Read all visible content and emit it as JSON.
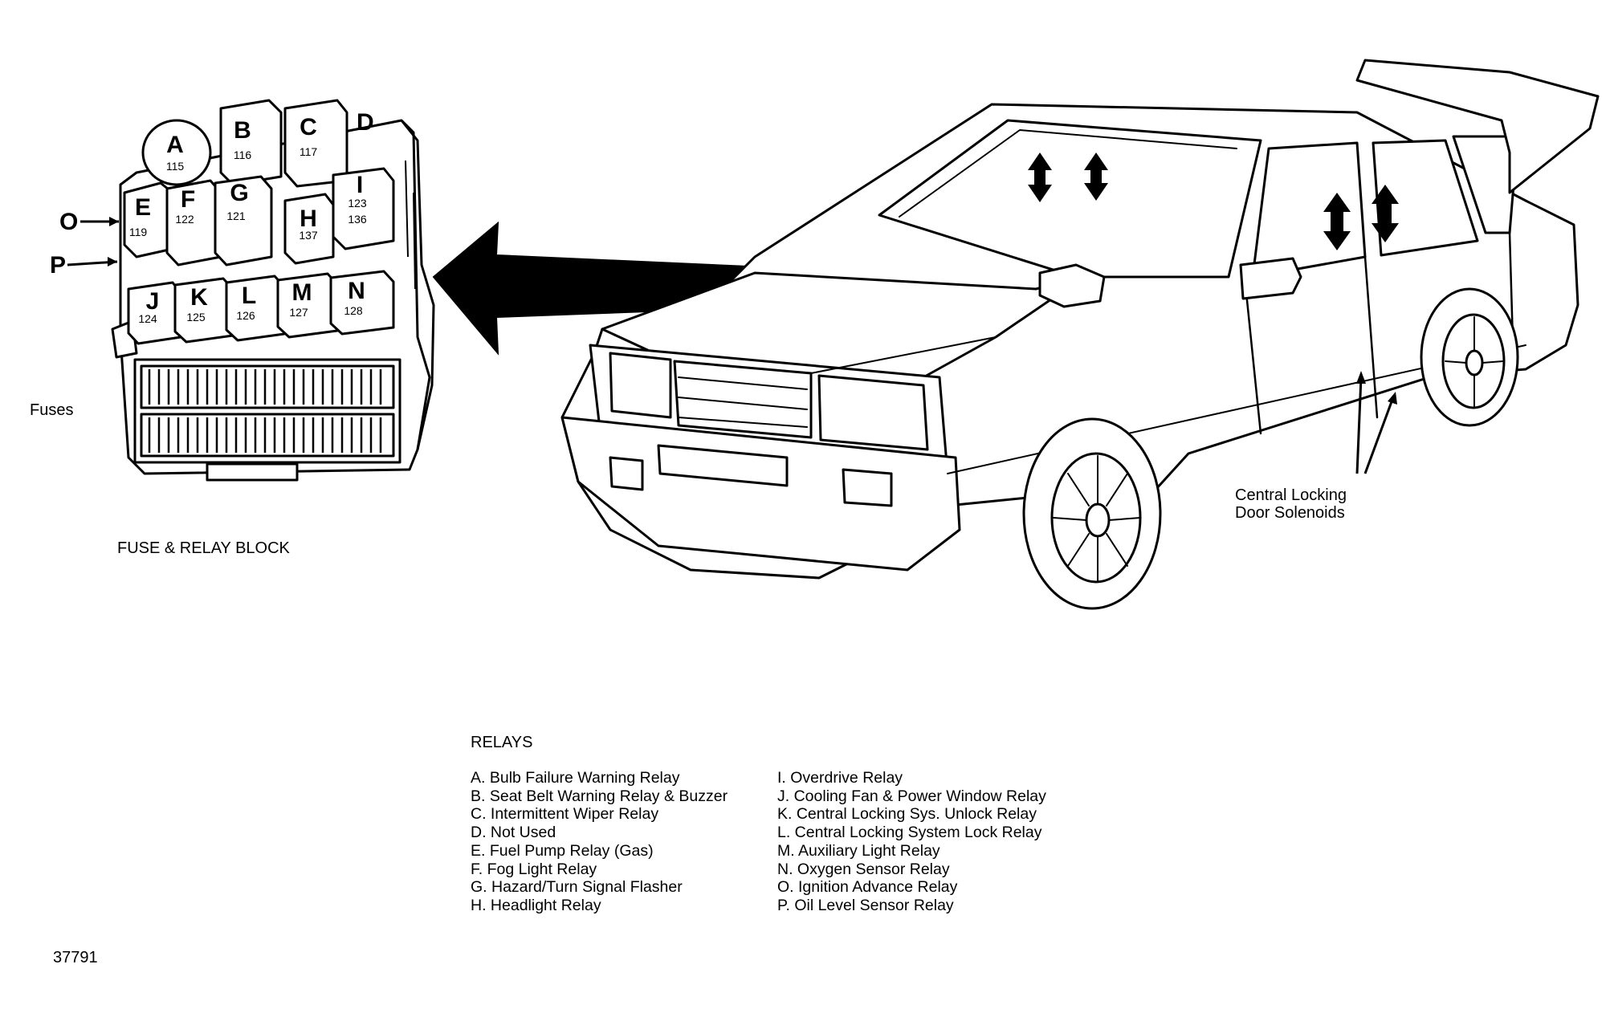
{
  "labels": {
    "fuses": "Fuses",
    "block_caption": "FUSE & RELAY BLOCK",
    "central_locking_line1": "Central Locking",
    "central_locking_line2": "Door Solenoids",
    "figure_number": "37791",
    "callout_o": "O",
    "callout_p": "P",
    "callout_d": "D"
  },
  "relay_block": [
    {
      "letter": "A",
      "number": "115"
    },
    {
      "letter": "B",
      "number": "116"
    },
    {
      "letter": "C",
      "number": "117"
    },
    {
      "letter": "E",
      "number": "119"
    },
    {
      "letter": "F",
      "number": "122"
    },
    {
      "letter": "G",
      "number": "121"
    },
    {
      "letter": "H",
      "number": "137"
    },
    {
      "letter": "I",
      "number": "123",
      "number2": "136"
    },
    {
      "letter": "J",
      "number": "124"
    },
    {
      "letter": "K",
      "number": "125"
    },
    {
      "letter": "L",
      "number": "126"
    },
    {
      "letter": "M",
      "number": "127"
    },
    {
      "letter": "N",
      "number": "128"
    }
  ],
  "legend": {
    "title": "RELAYS",
    "left": [
      "A.  Bulb Failure Warning Relay",
      "B.  Seat Belt Warning Relay & Buzzer",
      "C.  Intermittent Wiper Relay",
      "D.  Not Used",
      "E.  Fuel Pump Relay (Gas)",
      "F.  Fog Light Relay",
      "G.  Hazard/Turn Signal Flasher",
      "H.  Headlight Relay"
    ],
    "right": [
      "I.  Overdrive Relay",
      "J.  Cooling Fan & Power Window Relay",
      "K.  Central Locking Sys. Unlock Relay",
      "L.  Central Locking System Lock Relay",
      "M.  Auxiliary Light Relay",
      "N.  Oxygen Sensor Relay",
      "O.  Ignition Advance Relay",
      "P.  Oil Level Sensor Relay"
    ]
  }
}
